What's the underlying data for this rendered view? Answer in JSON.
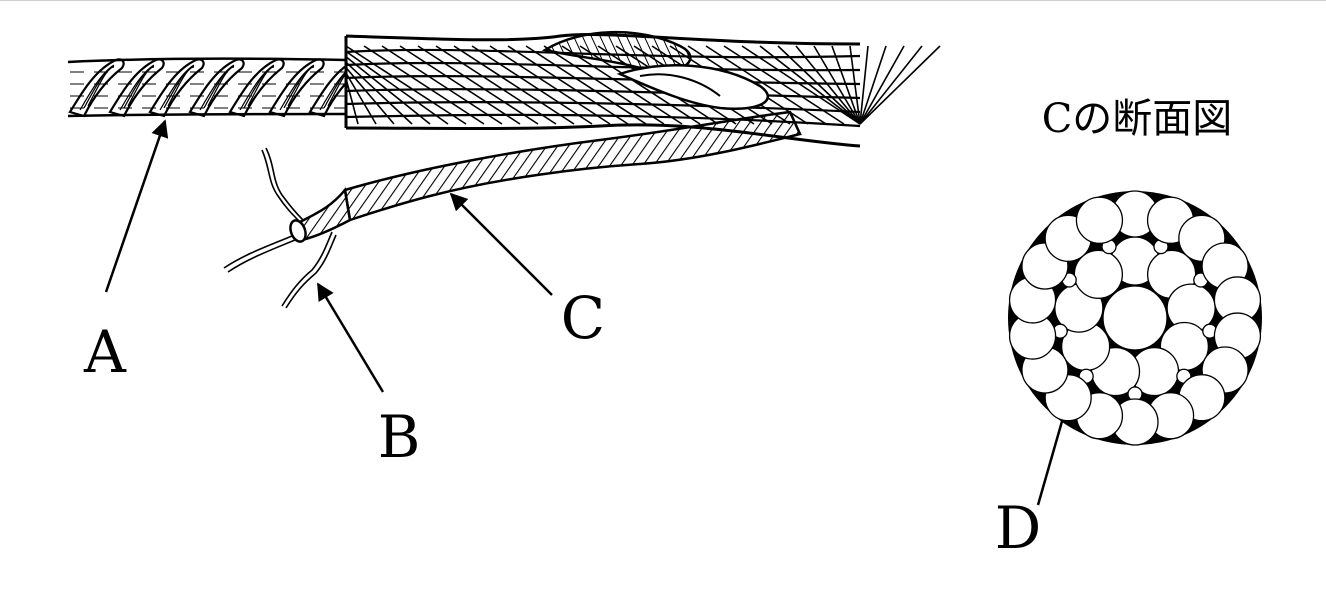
{
  "labels": {
    "A": "A",
    "B": "B",
    "C": "C",
    "D": "D"
  },
  "cross_section_title": "Cの断面図",
  "colors": {
    "ink": "#000000",
    "paper": "#ffffff"
  },
  "icons": {
    "arrow": "arrow-icon",
    "rope": "rope-icon",
    "wire": "wire-icon",
    "circle": "circle-icon"
  }
}
